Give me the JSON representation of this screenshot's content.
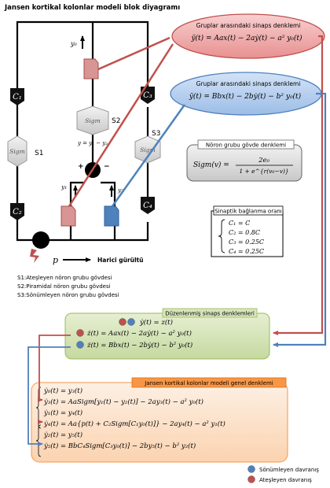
{
  "title": "Jansen kortikal kolonlar modeli blok diyagramı",
  "ellipse_red": {
    "label": "Gruplar arasındaki sinaps denklemi",
    "equation": "ÿ(t) = Aax(t) − 2aẏ(t) − a² y₀(t)"
  },
  "ellipse_blue": {
    "label": "Gruplar arasındaki sinaps denklemi",
    "equation": "ÿ(t) = Bbx(t) − 2bẏ(t) − b² y₀(t)"
  },
  "neuron_box": {
    "label": "Nöron grubu gövde denklemi",
    "lhs": "Sigm(v) =",
    "numerator": "2e₀",
    "denominator": "1 + e^{r(v₀−v)}"
  },
  "synaptic_box": {
    "label": "Sinaptik bağlanma oranı",
    "items": [
      "C₁ = C",
      "C₂ = 0.8C",
      "C₃ = 0.25C",
      "C₄ = 0.25C"
    ]
  },
  "diagram": {
    "c_labels": [
      "C₁",
      "C₂",
      "C₃",
      "C₄"
    ],
    "sigm_label": "Sigm",
    "s_labels": [
      "S1",
      "S2",
      "S3"
    ],
    "y0": "y₀",
    "y1": "y₁",
    "y2": "y₂",
    "y_eq": "y = y₁ − y₂",
    "plus": "+",
    "minus": "−",
    "p": "p",
    "external_noise": "Harici gürültü"
  },
  "legend_s": [
    "S1:Ateşleyen nöron grubu gövdesi",
    "S2:Piramidal nöron grubu gövdesi",
    "S3:Sönümleyen nöron grubu gövdesi"
  ],
  "green_box": {
    "title": "Düzenlenmiş sinaps denklemleri",
    "eq1": "ẏ(t) = z(t)",
    "eq2": "ż(t) = Aax(t) − 2aẏ(t) − a² y₀(t)",
    "eq3": "ż(t) = Bbx(t) − 2bẏ(t) − b² y₀(t)"
  },
  "orange_box": {
    "title": "Jansen kortikal kolonlar modeli genel denklemi",
    "eq": [
      "ẏ₀(t) = y₃(t)",
      "ẏ₃(t) = AaSigm[y₁(t) − y₂(t)] − 2ay₃(t) − a² y₀(t)",
      "ẏ₁(t) = y₄(t)",
      "ẏ₄(t) = Aa{p(t) + C₂Sigm[C₁y₀(t)]} − 2ay₄(t) − a² y₁(t)",
      "ẏ₂(t) = y₅(t)",
      "ẏ₅(t) = BbC₄Sigm[C₃y₀(t)] − 2by₅(t) − b² y₂(t)"
    ]
  },
  "legend_dots": {
    "blue": "Sönümleyen davranış",
    "red": "Ateşleyen davranış"
  },
  "colors": {
    "red": "#c0504d",
    "blue": "#4f81bd",
    "green_fill": "#d7e4bc",
    "orange_fill": "#fde9d9",
    "orange_title": "#f79646"
  }
}
